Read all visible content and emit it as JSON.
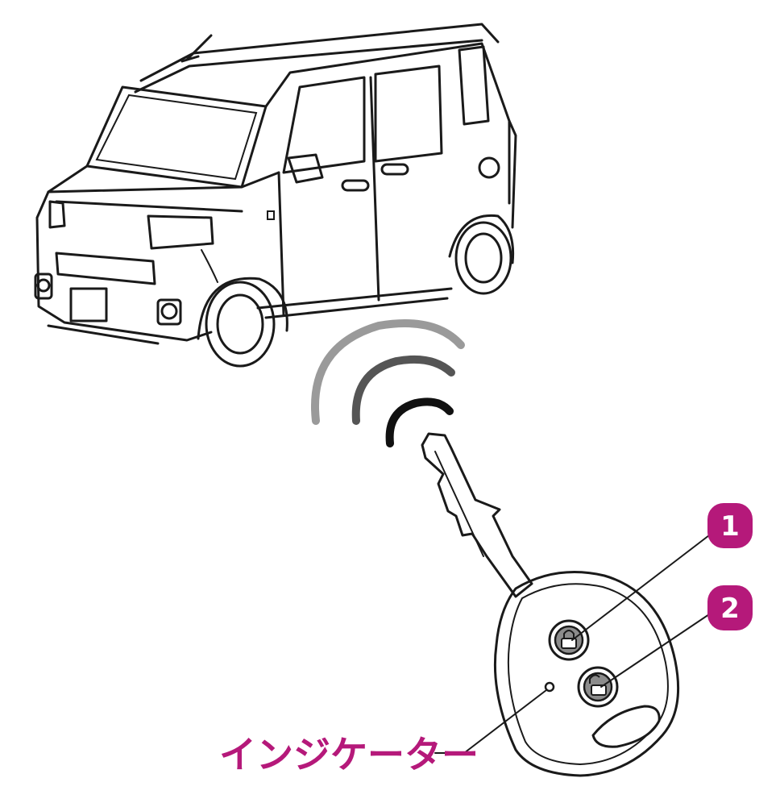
{
  "callouts": [
    {
      "number": "1"
    },
    {
      "number": "2"
    }
  ],
  "indicator": {
    "label": "インジケーター"
  },
  "colors": {
    "accent": "#B5197A",
    "line": "#1a1a1a",
    "signal_near": "#111111",
    "signal_mid": "#555555",
    "signal_far": "#9a9a9a"
  },
  "icons": [
    "lock-icon",
    "unlock-icon",
    "signal-waves-icon"
  ]
}
